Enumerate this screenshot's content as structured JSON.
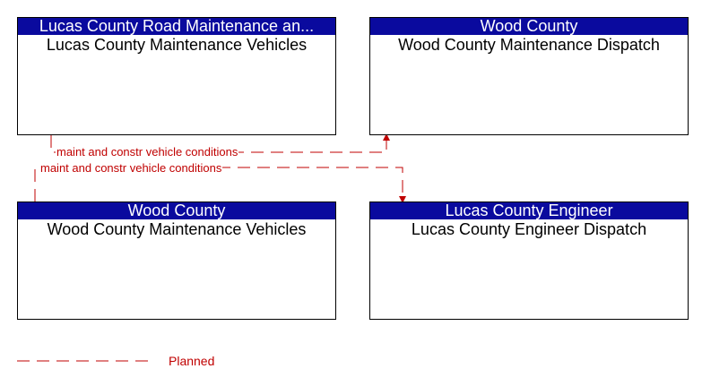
{
  "boxes": {
    "lucas_maint": {
      "header": "Lucas County Road Maintenance an...",
      "body": "Lucas County Maintenance Vehicles"
    },
    "wood_dispatch": {
      "header": "Wood County",
      "body": "Wood County Maintenance Dispatch"
    },
    "wood_vehicles": {
      "header": "Wood County",
      "body": "Wood County Maintenance Vehicles"
    },
    "lucas_engineer": {
      "header": "Lucas County Engineer",
      "body": "Lucas County Engineer Dispatch"
    }
  },
  "flows": [
    {
      "label": "maint and constr vehicle conditions",
      "from": "Lucas County Maintenance Vehicles",
      "to": "Wood County Maintenance Dispatch",
      "status": "Planned"
    },
    {
      "label": "maint and constr vehicle conditions",
      "from": "Wood County Maintenance Vehicles",
      "to": "Lucas County Engineer Dispatch",
      "status": "Planned"
    }
  ],
  "legend": {
    "planned_label": "Planned"
  },
  "colors": {
    "header_bg": "#0a0a9e",
    "flow_planned": "#c00000"
  }
}
